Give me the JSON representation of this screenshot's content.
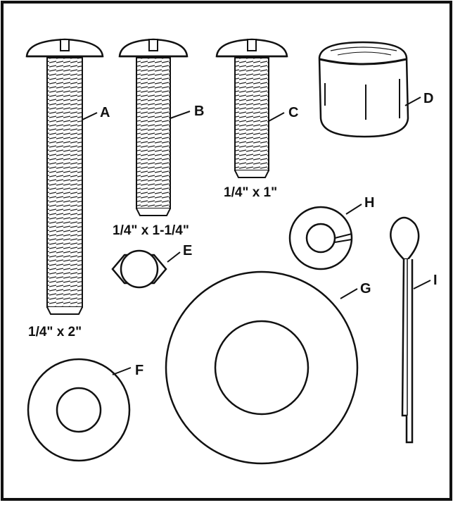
{
  "parts": [
    {
      "letter": "A",
      "size": "1/4\" x 2\""
    },
    {
      "letter": "B",
      "size": "1/4\" x 1-1/4\""
    },
    {
      "letter": "C",
      "size": "1/4\" x 1\""
    },
    {
      "letter": "D",
      "size": ""
    },
    {
      "letter": "E",
      "size": ""
    },
    {
      "letter": "F",
      "size": ""
    },
    {
      "letter": "G",
      "size": ""
    },
    {
      "letter": "H",
      "size": ""
    },
    {
      "letter": "I",
      "size": ""
    }
  ]
}
